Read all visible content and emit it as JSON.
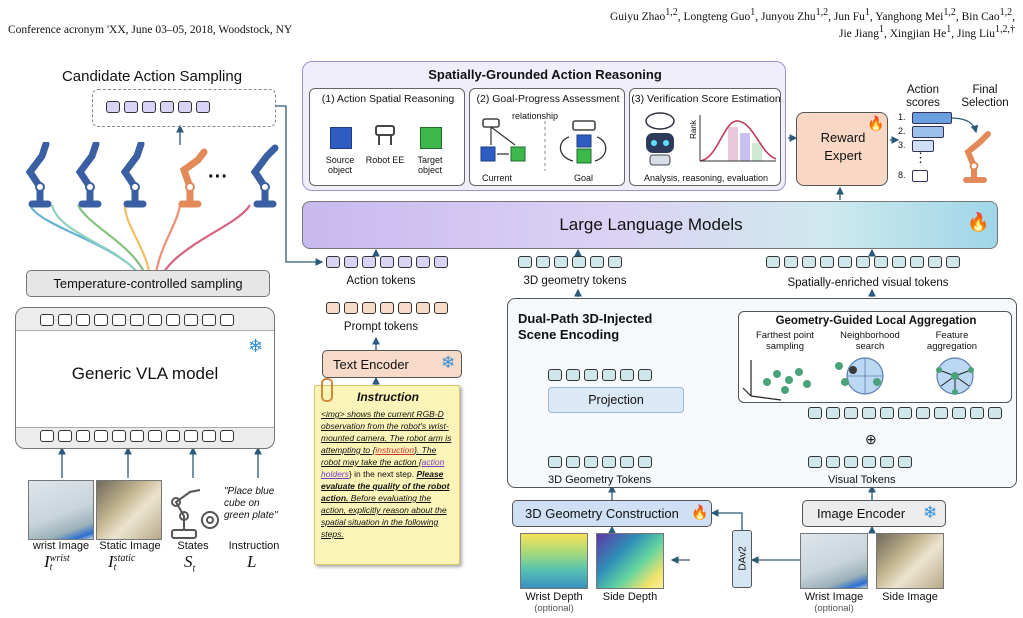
{
  "header": {
    "conference": "Conference acronym 'XX, June 03–05, 2018, Woodstock, NY",
    "authors_line1": "Guiyu Zhao1,2, Longteng Guo1, Junyou Zhu1,2, Jun Fu1, Yanghong Mei1,2, Bin Cao1,2,",
    "authors_line2": "Jie Jiang1, Xingjian He1, Jing Liu1,2,†"
  },
  "left": {
    "candidate_title": "Candidate Action Sampling",
    "temperature": "Temperature-controlled sampling",
    "vla_model": "Generic VLA model",
    "dots": "···",
    "inputs": [
      {
        "label": "wrist Image",
        "math": "I",
        "sup": "wrist",
        "sub": "t"
      },
      {
        "label": "Static Image",
        "math": "I",
        "sup": "static",
        "sub": "t"
      },
      {
        "label": "States",
        "math": "S",
        "sup": "",
        "sub": "t"
      },
      {
        "label": "Instruction",
        "math": "L",
        "sup": "",
        "sub": ""
      }
    ],
    "instruction_quote": "\"Place blue cube on green plate\""
  },
  "reasoning": {
    "title": "Spatially-Grounded Action Reasoning",
    "p1_title": "(1) Action Spatial Reasoning",
    "p1_labels": [
      "Source object",
      "Robot EE",
      "Target object"
    ],
    "p2_title": "(2) Goal-Progress Assessment",
    "p2_relationship": "relationship",
    "p2_current": "Current",
    "p2_goal": "Goal",
    "p3_title": "(3) Verification Score Estimation",
    "p3_rank": "Rank",
    "p3_caption": "Analysis, reasoning, evaluation"
  },
  "reward": {
    "expert": "Reward Expert",
    "scores_title": "Action scores",
    "final_title": "Final Selection",
    "ranks": [
      "1.",
      "2.",
      "3.",
      "8."
    ],
    "vdots": "⋮"
  },
  "llm": {
    "label": "Large Language Models"
  },
  "tokens": {
    "action": "Action tokens",
    "prompt": "Prompt tokens",
    "geometry": "3D geometry tokens",
    "visual": "Spatially-enriched visual tokens"
  },
  "text_encoder": "Text Encoder",
  "instruction_card": {
    "title": "Instruction",
    "seg1": "<img> shows the current RGB-D observation from the robot's wrist-mounted camera. The robot  arm is attempting to {",
    "seg1_link": "instruction",
    "seg1_end": "}.  The robot may take the action {",
    "seg2_link": "action holders",
    "seg2_end": "} in the next step. ",
    "seg3": "Please evaluate the quality of the robot action.",
    "seg4": " Before evaluating the action, explicitly reason about the spatial situation in the following steps."
  },
  "encoding": {
    "title_line1": "Dual-Path 3D-Injected",
    "title_line2": "Scene Encoding",
    "projection": "Projection",
    "geo_tokens": "3D Geometry Tokens",
    "visual_tokens": "Visual Tokens",
    "oplus": "⊕",
    "ggla_title": "Geometry-Guided Local Aggregation",
    "ggla_items": [
      "Farthest point sampling",
      "Neighborhood search",
      "Feature aggregation"
    ]
  },
  "bottom": {
    "geo_construction": "3D Geometry Construction",
    "image_encoder": "Image Encoder",
    "dav2": "DAv2",
    "wrist_depth": "Wrist Depth",
    "wrist_depth_opt": "(optional)",
    "side_depth": "Side Depth",
    "wrist_image": "Wrist Image",
    "wrist_image_opt": "(optional)",
    "side_image": "Side Image"
  }
}
